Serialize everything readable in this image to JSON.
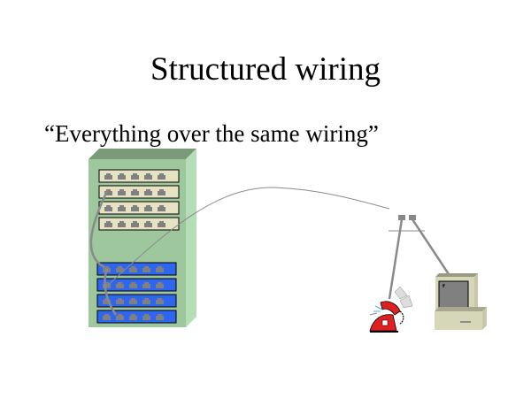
{
  "slide": {
    "title": "Structured wiring",
    "subtitle": "“Everything over the same wiring”"
  },
  "diagram": {
    "rack": {
      "label": "wiring-closet-rack",
      "patch_panels": {
        "count": 4,
        "ports_each": 5,
        "color": "#e6e2c3"
      },
      "switches": {
        "count": 4,
        "ports_each": 5,
        "color": "#2f66f0"
      },
      "cabinet_color": "#9ec79e"
    },
    "wall_outlet": {
      "jacks": 2
    },
    "endpoints": [
      {
        "type": "telephone",
        "name": "phone"
      },
      {
        "type": "computer",
        "name": "pc"
      }
    ],
    "colors": {
      "cable": "#888888",
      "port": "#808080"
    }
  }
}
